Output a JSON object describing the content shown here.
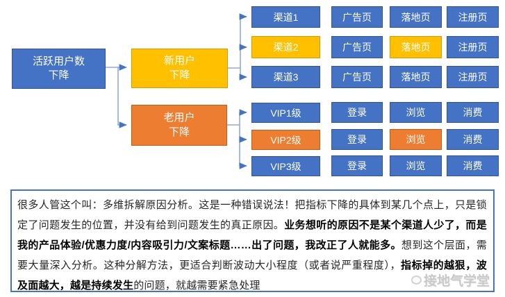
{
  "colors": {
    "blue": "#4472C4",
    "blue_border": "#2F5597",
    "yellow": "#FFC000",
    "yellow_border": "#D29B00",
    "orange": "#ED7D31",
    "orange_border": "#C55A11",
    "connector": "#8FAADC",
    "arrowhead": "#4472C4",
    "text_box_border": "#4472C4"
  },
  "diagram": {
    "root": {
      "label": "活跃用户数\n下降"
    },
    "branches": [
      {
        "label": "新用户\n下降"
      },
      {
        "label": "老用户\n下降"
      }
    ],
    "channels": [
      "渠道1",
      "渠道2",
      "渠道3"
    ],
    "vips": [
      "VIP1级",
      "VIP2级",
      "VIP3级"
    ],
    "funnel_new": [
      "广告页",
      "落地页",
      "注册页"
    ],
    "funnel_old": [
      "登录",
      "浏览",
      "消费"
    ]
  },
  "analysis_text": {
    "segments": [
      {
        "text": "很多人管这个叫：多维拆解原因分析。这是一种错误说法！把指标下降的具体到某几个点上，只是锁定了问题发生的位置，并没有给到问题发生的真正原因。",
        "bold": false
      },
      {
        "text": "业务想听的原因不是某个渠道人少了，而是我的产品体验/优惠力度/内容吸引力/文案标题……出了问题，我改正了人就能多。",
        "bold": true
      },
      {
        "text": "想到这个层面，需要大量深入分析。这种分解方法，更适合判断波动大小程度（或者说严重程度），",
        "bold": false
      },
      {
        "text": "指标掉的越狠，波及面越大，越是持续发生",
        "bold": true
      },
      {
        "text": "的问题，就越需要紧急处理",
        "bold": false
      }
    ]
  },
  "watermark": {
    "label": "接地气学堂"
  }
}
